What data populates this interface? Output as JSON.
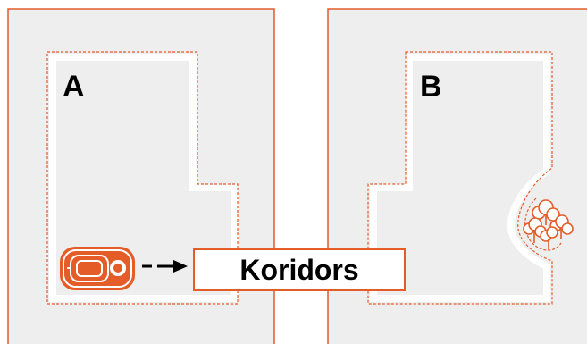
{
  "labels": {
    "zone_a": "A",
    "zone_b": "B",
    "corridor": "Koridors"
  },
  "colors": {
    "accent": "#e45c28",
    "lawn": "#eeeeee",
    "path": "#ffffff",
    "text": "#000000"
  },
  "icons": {
    "mower": "robotic-mower-icon",
    "arrow": "dashed-arrow-icon",
    "trees": "tree-cluster-icon"
  }
}
